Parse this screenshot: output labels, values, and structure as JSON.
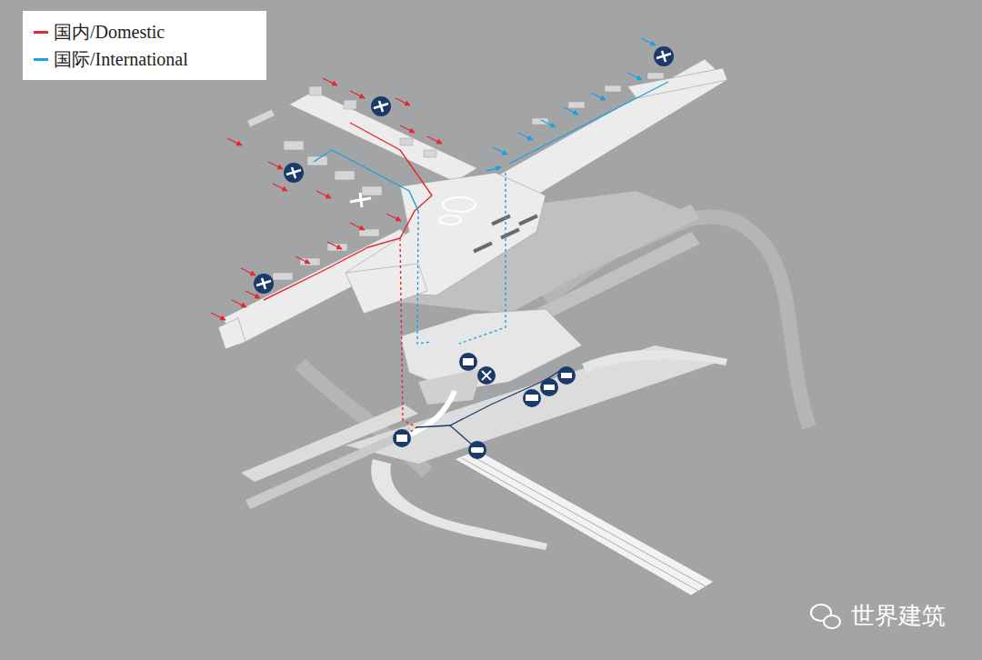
{
  "diagram": {
    "labels": [
      "世界建筑"
    ],
    "legend": [
      {
        "text": "国内/Domestic",
        "color": "#e8262d"
      },
      {
        "text": "国际/International",
        "color": "#1ba1e2"
      }
    ]
  }
}
